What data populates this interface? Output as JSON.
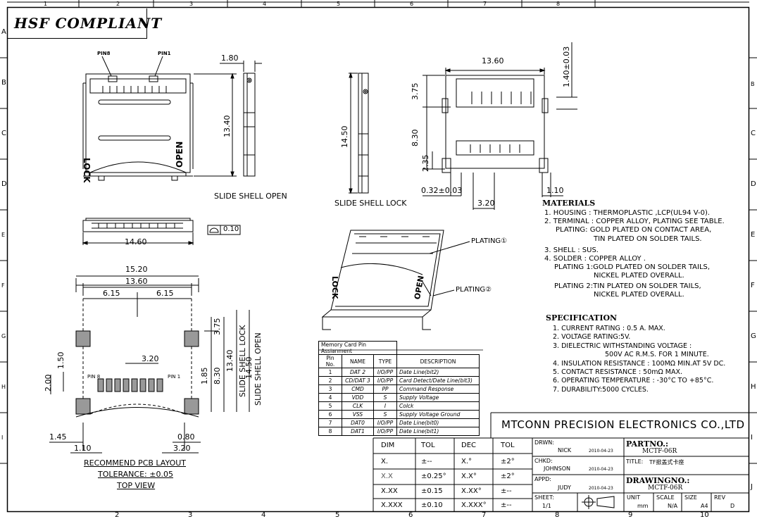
{
  "header": {
    "hsf": "HSF COMPLIANT"
  },
  "grid": {
    "top_cols": [
      "1",
      "2",
      "3",
      "4",
      "5",
      "6",
      "7",
      "8"
    ],
    "bottom_cols": [
      "2",
      "3",
      "4",
      "5",
      "6",
      "7",
      "8",
      "9",
      "10"
    ],
    "rows": [
      "A",
      "B",
      "C",
      "D",
      "E",
      "F",
      "G",
      "H",
      "I",
      "J"
    ]
  },
  "views": {
    "top": {
      "pin8": "PIN8",
      "pin1": "PIN1",
      "lock": "LOCK",
      "open": "OPEN",
      "dim_1_80": "1.80",
      "dim_13_40": "13.40",
      "caption": "SLIDE SHELL OPEN"
    },
    "side": {
      "dim_14_50": "14.50",
      "caption": "SLIDE SHELL LOCK"
    },
    "right": {
      "dim_13_60": "13.60",
      "dim_1_40": "1.40±0.03",
      "dim_3_75": "3.75",
      "dim_8_30": "8.30",
      "dim_2_35": "2.35",
      "dim_0_32": "0.32±0.03",
      "dim_1_10": "1.10",
      "dim_3_20": "3.20"
    },
    "front": {
      "dim_14_60": "14.60",
      "flatness": "0.10"
    },
    "iso": {
      "plating1": "PLATING①",
      "plating2": "PLATING②",
      "lock": "LOCK",
      "open": "OPEN"
    },
    "pcb": {
      "dim_15_20": "15.20",
      "dim_13_60": "13.60",
      "dim_6_15a": "6.15",
      "dim_6_15b": "6.15",
      "dim_3_20": "3.20",
      "dim_1_50": "1.50",
      "dim_2_00": "2.00",
      "dim_3_75": "3.75",
      "dim_1_85": "1.85",
      "dim_8_30": "8.30",
      "dim_13_40": "13.40",
      "dim_14_50": "14.50",
      "lbl_lock": "SLIDE SHELL LOCK",
      "lbl_open": "SLIDE SHELL OPEN",
      "pin8": "PIN 8",
      "pin1": "PIN 1",
      "dim_1_45": "1.45",
      "dim_0_80": "0.80",
      "dim_1_10": "1.10",
      "dim_3_20b": "3.20",
      "caption1": "RECOMMEND PCB LAYOUT",
      "caption2": "TOLERANCE: ±0.05",
      "caption3": "TOP VIEW"
    }
  },
  "materials": {
    "title": "MATERIALS",
    "lines": [
      "1. HOUSING : THERMOPLASTIC ,LCP(UL94 V-0).",
      "2. TERMINAL : COPPER ALLOY, PLATING SEE TABLE.",
      "PLATING: GOLD PLATED ON CONTACT AREA,",
      "TIN PLATED ON SOLDER TAILS.",
      "3. SHELL : SUS.",
      "4. SOLDER : COPPER ALLOY .",
      "PLATING 1:GOLD PLATED ON SOLDER TAILS,",
      "NICKEL PLATED OVERALL.",
      "PLATING 2:TIN PLATED ON SOLDER TAILS,",
      "NICKEL PLATED OVERALL."
    ]
  },
  "specification": {
    "title": "SPECIFICATION",
    "lines": [
      "1. CURRENT RATING : 0.5 A. MAX.",
      "2. VOLTAGE RATING:5V.",
      "3. DIELECTRIC WITHSTANDING VOLTAGE :",
      "500V AC R.M.S. FOR 1 MINUTE.",
      "4. INSULATION RESISTANCE : 100MΩ MIN.AT 5V DC.",
      "5. CONTACT RESISTANCE : 50mΩ MAX.",
      "6. OPERATING TEMPERATURE : -30°C TO +85°C.",
      "7. DURABILITY:5000 CYCLES."
    ]
  },
  "pin_table": {
    "title": "Memory Card Pin Assianment",
    "headers": [
      "Pin No.",
      "NAME",
      "TYPE",
      "DESCRIPTION"
    ],
    "rows": [
      [
        "1",
        "DAT 2",
        "I/O/PP",
        "Date Line(bit2)"
      ],
      [
        "2",
        "CD/DAT 3",
        "I/O/PP",
        "Card Detect/Date Line(bit3)"
      ],
      [
        "3",
        "CMD",
        "PP",
        "Command Response"
      ],
      [
        "4",
        "VDD",
        "S",
        "Supply Voltage"
      ],
      [
        "5",
        "CLK",
        "I",
        "Colck"
      ],
      [
        "6",
        "VSS",
        "S",
        "Supply Voltage Ground"
      ],
      [
        "7",
        "DAT0",
        "I/O/PP",
        "Date Line(bit0)"
      ],
      [
        "8",
        "DAT1",
        "I/O/PP",
        "Date Line(bit1)"
      ]
    ]
  },
  "title_block": {
    "company": "MTCONN PRECISION ELECTRONICS CO.,LTD",
    "tol_headers": [
      "DIM",
      "TOL",
      "DEC",
      "TOL"
    ],
    "tol_rows": [
      [
        "X.",
        "±--",
        "X.°",
        "±2°"
      ],
      [
        "X.X",
        "±0.25°",
        "X.X°",
        "±2°"
      ],
      [
        "X.XX",
        "±0.15",
        "X.XX°",
        "±--"
      ],
      [
        "X.XXX",
        "±0.10",
        "X.XXX°",
        "±--"
      ]
    ],
    "drwn_label": "DRWN:",
    "drwn_name": "NICK",
    "drwn_date": "2010-04-23",
    "chkd_label": "CHKD:",
    "chkd_name": "JOHNSON",
    "chkd_date": "2010-04-23",
    "appd_label": "APPD:",
    "appd_name": "JUDY",
    "appd_date": "2010-04-23",
    "sheet_label": "SHEET:",
    "sheet_value": "1/1",
    "partno_label": "PARTNO.:",
    "partno_value": "MCTF-06R",
    "title_label": "TITLE:",
    "title_value": "TF掀盖式卡座",
    "drawingno_label": "DRAWINGNO.:",
    "drawingno_value": "MCTF-06R",
    "unit_label": "UNIT",
    "unit_value": "mm",
    "scale_label": "SCALE",
    "scale_value": "N/A",
    "size_label": "SIZE",
    "size_value": "A4",
    "rev_label": "REV",
    "rev_value": "D"
  }
}
